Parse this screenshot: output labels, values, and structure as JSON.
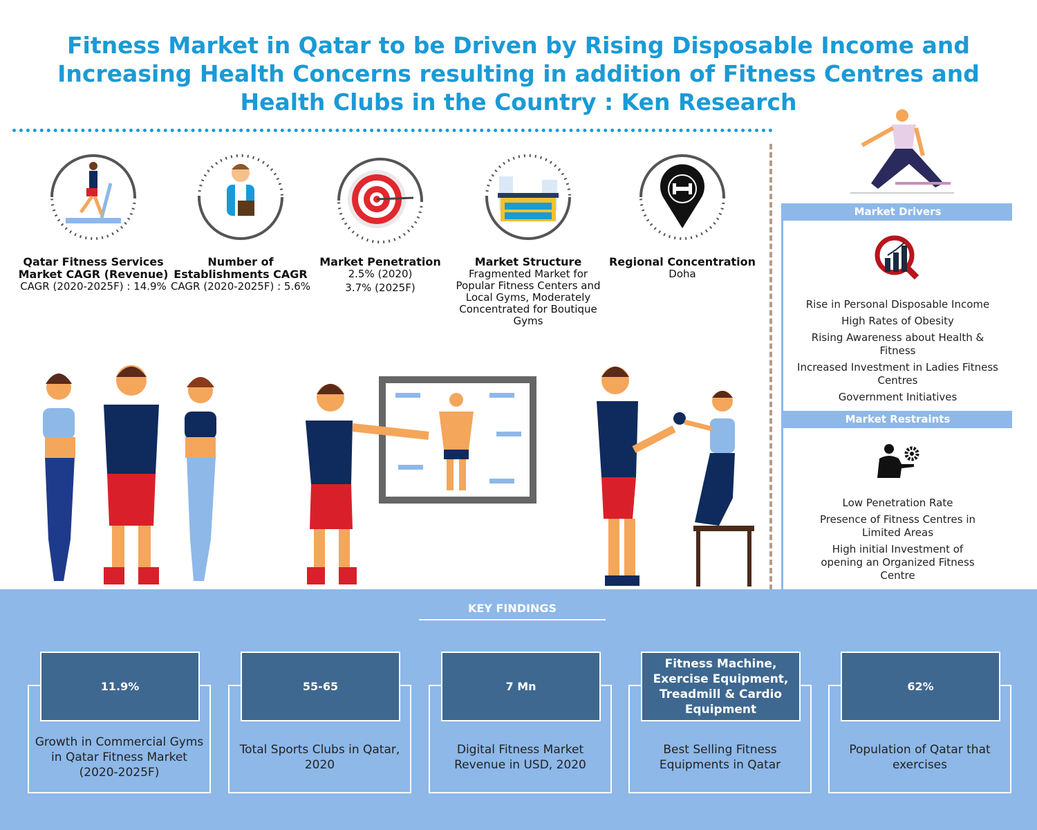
{
  "title": "Fitness Market in Qatar to be Driven by Rising Disposable Income and Increasing Health Concerns resulting in addition of Fitness Centres and Health Clubs in the Country : Ken Research",
  "stats": [
    {
      "icon": "treadmill-runner-icon",
      "heading": "Qatar Fitness Services Market CAGR (Revenue)",
      "lines": [
        "CAGR (2020-2025F) : 14.9%"
      ]
    },
    {
      "icon": "trainer-clipboard-icon",
      "heading": "Number of Establishments CAGR",
      "lines": [
        "CAGR (2020-2025F) : 5.6%"
      ]
    },
    {
      "icon": "target-icon",
      "heading": "Market Penetration",
      "lines": [
        "2.5% (2020)",
        "3.7% (2025F)"
      ]
    },
    {
      "icon": "gym-building-icon",
      "heading": "Market Structure",
      "lines": [
        "Fragmented Market for Popular Fitness Centers and Local Gyms, Moderately Concentrated for Boutique Gyms"
      ]
    },
    {
      "icon": "location-pin-dumbbell-icon",
      "heading": "Regional Concentration",
      "lines": [
        "Doha"
      ]
    }
  ],
  "drivers": {
    "title": "Market Drivers",
    "icon": "growth-chart-magnifier-icon",
    "items": [
      "Rise in Personal Disposable Income",
      "High Rates of Obesity",
      "Rising Awareness about Health & Fitness",
      "Increased Investment in Ladies Fitness Centres",
      "Government Initiatives"
    ]
  },
  "restraints": {
    "title": "Market Restraints",
    "icon": "businessman-gear-icon",
    "items": [
      "Low Penetration Rate",
      "Presence of Fitness Centres in Limited Areas",
      "High initial Investment of opening an Organized Fitness Centre"
    ]
  },
  "key_findings": {
    "title": "KEY FINDINGS",
    "cards": [
      {
        "value": "11.9%",
        "desc": "Growth in Commercial Gyms in Qatar Fitness Market (2020-2025F)"
      },
      {
        "value": "55-65",
        "desc": "Total Sports Clubs in Qatar, 2020"
      },
      {
        "value": "7 Mn",
        "desc": "Digital Fitness Market Revenue in USD, 2020"
      },
      {
        "value": "Fitness Machine, Exercise Equipment, Treadmill & Cardio Equipment",
        "desc": "Best Selling Fitness Equipments in Qatar"
      },
      {
        "value": "62%",
        "desc": "Population of Qatar that exercises"
      }
    ]
  },
  "colors": {
    "title": "#1a9ad6",
    "panel": "#8db8e8",
    "card": "#3e6890",
    "accent_red": "#d9202a",
    "navy": "#0f2a5c"
  }
}
